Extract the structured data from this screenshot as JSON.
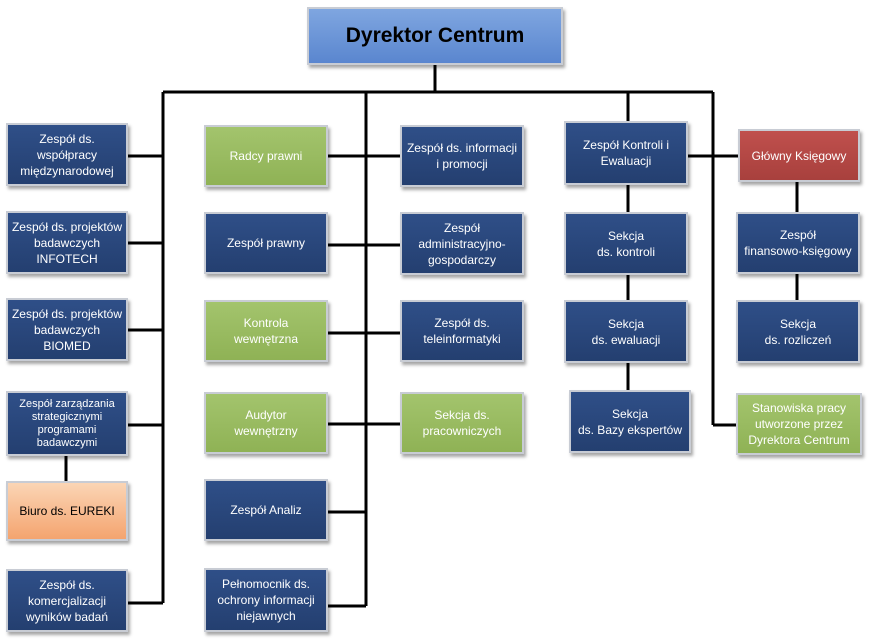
{
  "title": "Dyrektor Centrum",
  "left": [
    "Zespół ds.\nwspółpracy\nmiędzynarodowej",
    "Zespół ds. projektów\nbadawczych\nINFOTECH",
    "Zespół ds. projektów\nbadawczych\nBIOMED",
    "Zespół zarządzania\nstrategicznymi\nprogramami\nbadawczymi",
    "Biuro ds. EUREKI",
    "Zespół ds.\nkomercjalizacji\nwyników badań"
  ],
  "middle_left": [
    "Radcy prawni",
    "Zespół prawny",
    "Kontrola\nwewnętrzna",
    "Audytor\nwewnętrzny",
    "Zespół Analiz",
    "Pełnomocnik ds.\nochrony informacji\nniejawnych"
  ],
  "middle_right": [
    "Zespół ds. informacji\ni promocji",
    "Zespół\nadministracyjno-\ngospodarczy",
    "Zespół ds.\nteleinformatyki",
    "Sekcja ds.\npracowniczych"
  ],
  "control": [
    "Zespół Kontroli i\nEwaluacji",
    "Sekcja\nds. kontroli",
    "Sekcja\nds. ewaluacji",
    "Sekcja\nds. Bazy ekspertów"
  ],
  "finance": [
    "Główny Księgowy",
    "Zespół\nfinansowo-księgowy",
    "Sekcja\nds. rozliczeń",
    "Stanowiska pracy\nutworzone przez\nDyrektora Centrum"
  ]
}
